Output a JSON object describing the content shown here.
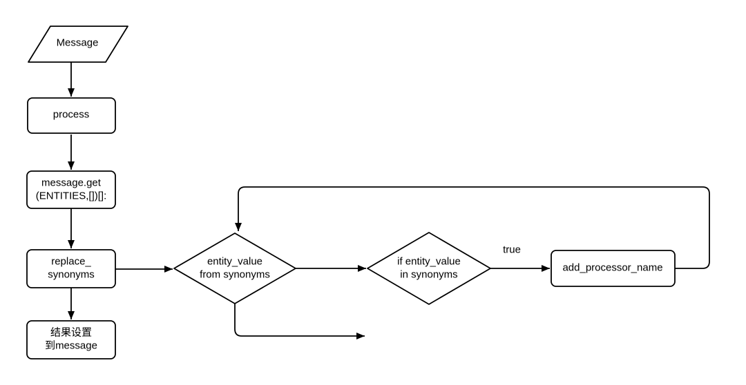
{
  "diagram": {
    "colors": {
      "background": "#ffffff",
      "node_fill": "#ffffff",
      "stroke": "#000000",
      "text": "#000000"
    },
    "nodes": {
      "message": {
        "shape": "parallelogram",
        "label": "Message"
      },
      "process": {
        "shape": "rounded-rect",
        "label": "process"
      },
      "message_get": {
        "shape": "rounded-rect",
        "label": "message.get\n(ENTITIES,[])[]:"
      },
      "replace_synonyms": {
        "shape": "rounded-rect",
        "label": "replace_\nsynonyms"
      },
      "result_to_message": {
        "shape": "rounded-rect",
        "label": "结果设置\n到message"
      },
      "entity_value_from_synonyms": {
        "shape": "diamond",
        "label": "entity_value\nfrom synonyms"
      },
      "if_entity_value_in_synonyms": {
        "shape": "diamond",
        "label": "if entity_value\nin synonyms"
      },
      "add_processor_name": {
        "shape": "rounded-rect",
        "label": "add_processor_name"
      }
    },
    "edge_labels": {
      "true_branch": "true"
    }
  }
}
